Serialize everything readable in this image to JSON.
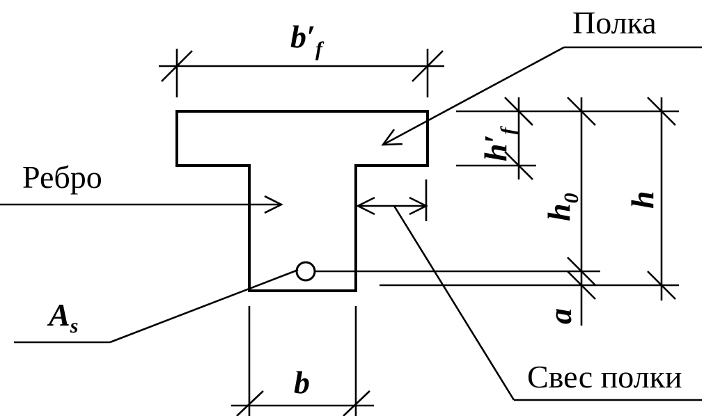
{
  "labels": {
    "flange": "Полка",
    "rib": "Ребро",
    "flange_overhang": "Свес полки"
  },
  "symbols": {
    "bf_main": "b",
    "bf_prime": "′",
    "bf_sub": "f",
    "b": "b",
    "hf_main": "h",
    "hf_prime": "′",
    "hf_sub": "f",
    "h0_main": "h",
    "h0_sub": "0",
    "h": "h",
    "a": "a",
    "As_main": "A",
    "As_sub": "s"
  }
}
